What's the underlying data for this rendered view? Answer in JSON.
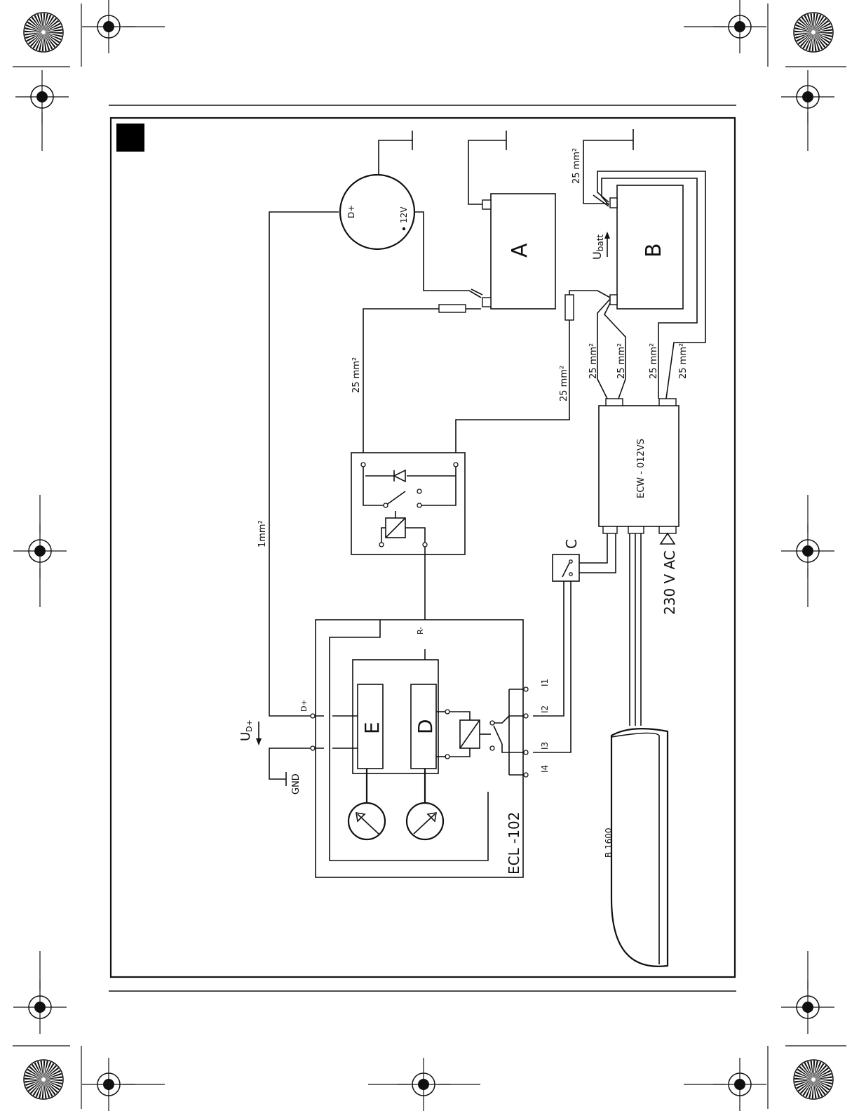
{
  "figure": {
    "badge_color": "#000000"
  },
  "labels": {
    "alternator_dplus": "D+",
    "alternator_voltage": "12V",
    "battery_a": "A",
    "battery_b": "B",
    "ubatt_main": "U",
    "ubatt_sub": "batt",
    "ecw": "ECW - 012VS",
    "ac": "230 V AC",
    "switch_c": "C",
    "ecl": "ECL -102",
    "block_e": "E",
    "block_d": "D",
    "r_minus": "R-",
    "ecl_dplus": "D+",
    "ud_main": "U",
    "ud_sub": "D+",
    "gnd": "GND",
    "i1": "I1",
    "i2": "I2",
    "i3": "I3",
    "i4": "I4",
    "boat": "B 1600",
    "w_1mm2": "1mm²",
    "w_25_a": "25 mm²",
    "w_25_b": "25 mm²",
    "w_25_c": "25 mm²",
    "w_25_d": "25 mm²",
    "w_25_e": "25 mm²",
    "w_25_f": "25 mm²",
    "w_25_g": "25 mm²"
  }
}
